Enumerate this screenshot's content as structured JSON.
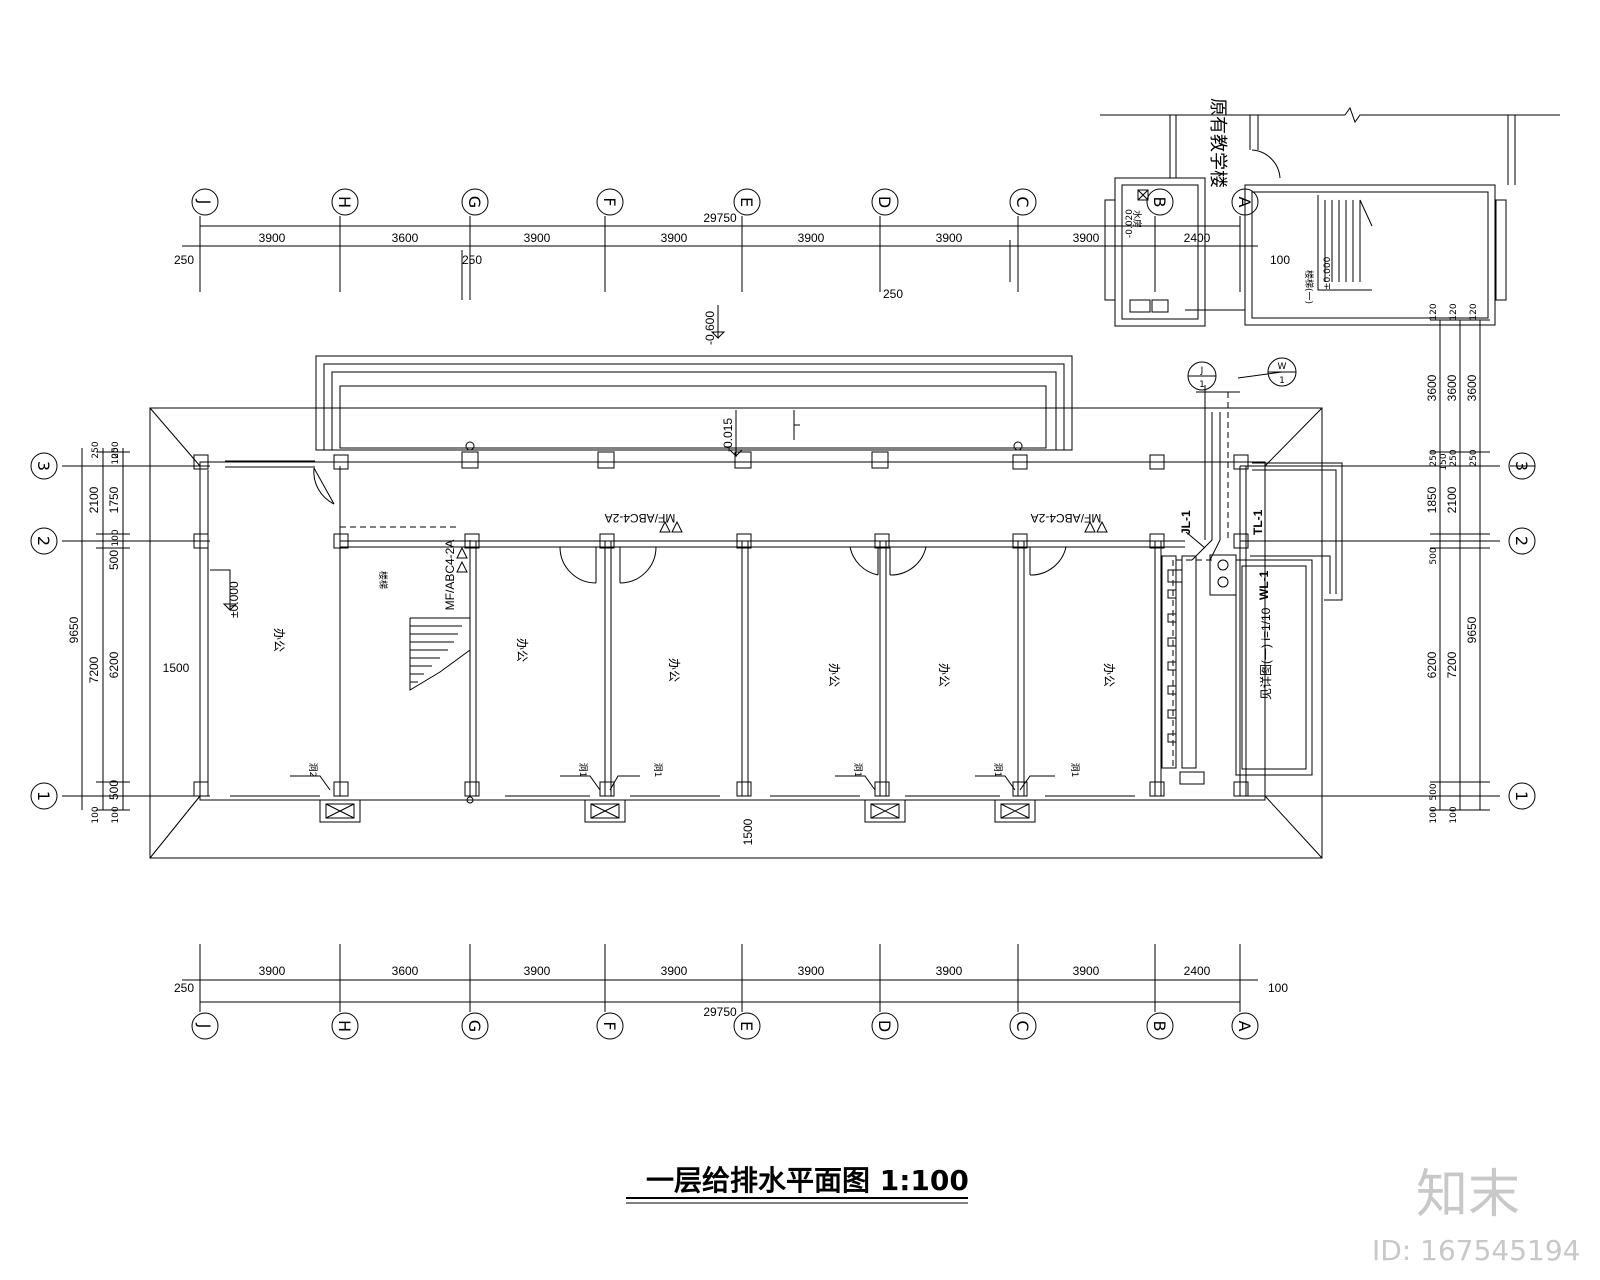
{
  "title": "一层给排水平面图 1:100",
  "axes_horizontal": [
    "J",
    "H",
    "G",
    "F",
    "E",
    "D",
    "C",
    "B",
    "A"
  ],
  "axes_vertical": [
    "3",
    "2",
    "1"
  ],
  "dims_top": {
    "total": "29750",
    "spans": [
      "3900",
      "3600",
      "3900",
      "3900",
      "3900",
      "3900",
      "3900",
      "2400"
    ],
    "left_offset": "250",
    "right_offset": "100",
    "g_note": "250",
    "d_note": "250"
  },
  "dims_bottom": {
    "total": "29750",
    "spans": [
      "3900",
      "3600",
      "3900",
      "3900",
      "3900",
      "3900",
      "3900",
      "2400"
    ],
    "left_offset": "250",
    "right_offset": "100"
  },
  "dims_left": {
    "outer": "9650",
    "mid": [
      "7200",
      "2100"
    ],
    "inner": [
      "6200",
      "1750",
      "500",
      "500"
    ],
    "small": [
      "250",
      "250",
      "100",
      "100",
      "100",
      "100"
    ]
  },
  "dims_right": {
    "outer": "9650",
    "upper": [
      "3600",
      "3600",
      "3600"
    ],
    "mid": [
      "6200",
      "7200",
      "1850",
      "2100"
    ],
    "small": [
      "250",
      "250",
      "250",
      "150",
      "500",
      "500",
      "120",
      "120",
      "120",
      "100",
      "100"
    ]
  },
  "levels": {
    "outdoor": "-0.600",
    "corridor": "-0.015",
    "floor": "±0.000",
    "existing_1": "±0.000",
    "existing_2": "-0.020"
  },
  "rooms": [
    "办公",
    "办公",
    "办公",
    "办公",
    "办公",
    "办公"
  ],
  "stair_label": "楼梯",
  "corridor_offset": "1500",
  "bottom_offset": "1500",
  "existing_building": "原有教学楼",
  "existing_labels": {
    "water_room": "水房",
    "stair": "楼梯(一)"
  },
  "extinguishers": [
    "MF/ABC4-2A",
    "MF/ABC4-2A",
    "MF/ABC4-2A"
  ],
  "risers": {
    "jl": "JL-1",
    "tl": "TL-1",
    "wl": "WL-1"
  },
  "callouts": {
    "j": {
      "letter": "J",
      "num": "1"
    },
    "w": {
      "letter": "W",
      "num": "1"
    }
  },
  "drain_note": "见详图(一) i=1/10",
  "window_tags": [
    "洞2",
    "洞1",
    "洞1",
    "洞1",
    "洞1",
    "洞1"
  ],
  "watermark": {
    "logo": "知末",
    "id": "ID: 167545194"
  }
}
